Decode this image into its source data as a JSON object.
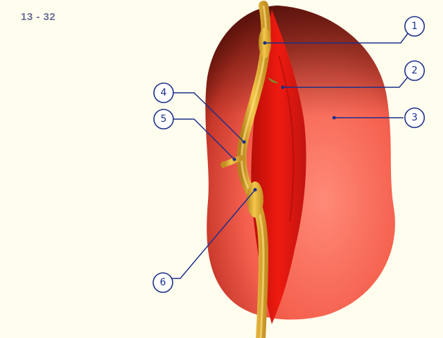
{
  "figure": {
    "id_label": "13 - 32"
  },
  "callouts": [
    {
      "number": "1"
    },
    {
      "number": "2"
    },
    {
      "number": "3"
    },
    {
      "number": "4"
    },
    {
      "number": "5"
    },
    {
      "number": "6"
    }
  ],
  "colors": {
    "background": "#fffdee",
    "organ_light": "#ff7f6e",
    "organ_dark": "#8a1a12",
    "duct": "#e8b63c",
    "callout_line": "#1b2f8a"
  }
}
